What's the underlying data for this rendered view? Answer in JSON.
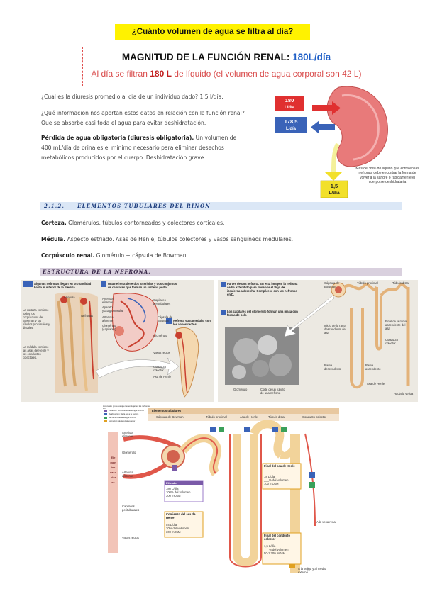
{
  "question_banner": "¿Cuánto volumen de agua se filtra al día?",
  "magnitude": {
    "title_prefix": "MAGNITUD DE LA FUNCIÓN RENAL: ",
    "title_value": "180L/día",
    "sub_prefix": "Al día se filtran ",
    "sub_bold": "180 L",
    "sub_suffix": " de líquido (el volumen de agua corporal son 42 L)"
  },
  "paragraphs": {
    "q1": "¿Cuál es la diuresis promedio al día de un individuo dado?",
    "a1": " 1,5 l/día.",
    "q2": "¿Qué información nos aportan estos datos en relación con la función renal?",
    "a2": "Que se absorbe casi toda el agua para evitar deshidratación.",
    "q3": "Pérdida de agua obligatoria (diuresis obligatoria).",
    "a3": " Un volumen de 400 mL/día de orina es el mínimo necesario para eliminar desechos metabólicos producidos por el cuerpo. Deshidratación grave."
  },
  "kidney_figure": {
    "in_value": "180",
    "in_unit": "L/día",
    "out_value": "178,5",
    "out_unit": "L/día",
    "urine_value": "1,5",
    "urine_unit": "L/día",
    "note": "Más del 99% de líquido que entra en las nefronas debe encontrar la forma de volver a la sangre o rápidamente el cuerpo se deshidrataría",
    "colors": {
      "artery": "#e03030",
      "vein": "#3a63b8",
      "kidney": "#e87a7a",
      "urine": "#f2e02a"
    }
  },
  "section": {
    "number": "2.1.2.",
    "title": "ELEMENTOS TUBULARES DEL RIÑÓN"
  },
  "definitions": {
    "corteza_term": "Corteza.",
    "corteza_text": " Glomérulos, túbulos contorneados y colectores corticales.",
    "medula_term": "Médula.",
    "medula_text": " Aspecto estriado. Asas de Henle, túbulos colectores y vasos sanguíneos medulares.",
    "corpusculo_term": "Corpúsculo renal.",
    "corpusculo_text": " Glomérulo + cápsula de Bowman."
  },
  "subsection": "ESTRUCTURA DE LA NEFRONA.",
  "nephron_fig_left": {
    "header_a": "Algunas nefronas llegan en profundidad hasta el interior de la médula.",
    "header_b": "Una nefrona tiene dos arteriolas y dos conjuntos de capilares que forman un sistema porta.",
    "header_c": "Nefrona yuxtamedular con los vasos rectos",
    "labels": [
      "La corteza contiene todos los corpúsculos de Bowman y los túbulos proximales y distales.",
      "La médula contiene las asas de Henle y los conductos colectores.",
      "Arteriola",
      "Nefronas",
      "Arteriola eferente",
      "Aparato yuxtaglomerular",
      "Arteriola aferente",
      "Glomérulo (capilares)",
      "Capilares peritubulares",
      "Cápsula de Bowman",
      "Glomérulo",
      "Vasos rectos",
      "Conducto colector",
      "Asa de Henle"
    ]
  },
  "nephron_fig_right": {
    "header_d": "Partes de una nefrona. En esta imagen, la nefrona se ha extendido para observar el flujo de izquierda a derecha. Compárese con las nefronas en D.",
    "header_e": "Los capilares del glomérulo forman una masa con forma de bola",
    "labels": [
      "Cápsula de Bowman",
      "Túbulo proximal",
      "Túbulo distal",
      "Inicio de la rama descendente del asa",
      "Final de la rama ascendente del asa",
      "Conducto colector",
      "Rama descendente",
      "Rama ascendente",
      "Asa de Henle",
      "Hacia la vejiga",
      "Glomérulo",
      "Corte de un túbulo de una nefrona"
    ]
  },
  "tubular_fig": {
    "header": "Elementos tubulares",
    "columns": [
      "Cápsula de Bowman",
      "Túbulo proximal",
      "Asa de Henle",
      "Túbulo distal",
      "Conducto colector"
    ],
    "vertical_label": "Elementos vasculares",
    "left_labels": [
      "Arteriola eferente",
      "Glomérulo",
      "Arteriola aferente",
      "Capilares peritubulares",
      "Vasos rectos"
    ],
    "legend_title": "Los cuatro procesos que tienen lugar en las nefronas son:",
    "legend": [
      "Filtración: movimiento de sangre a la luz",
      "Reabsorción: de la luz a la sangre",
      "Secreción: de la sangre a la luz",
      "Excreción: de la luz al exterior"
    ],
    "box_filtrado": {
      "title": "Filtrado",
      "lines": [
        "180 L/día",
        "100% del volumen",
        "300 mOsM"
      ]
    },
    "box_henle_start": {
      "title": "Comienzo del asa de Henle",
      "lines": [
        "54 L/día",
        "30% del volumen",
        "300 mOsM"
      ]
    },
    "box_henle_end": {
      "title": "Final del asa de Henle",
      "lines": [
        "18 L/día",
        "___% del volumen",
        "100 mOsM"
      ]
    },
    "box_collector_end": {
      "title": "Final del conducto colector",
      "lines": [
        "1,5 L/día",
        "___% del volumen",
        "50-1 200 mOsM"
      ]
    },
    "right_labels": [
      "A la vena renal",
      "A la vejiga y al medio externo"
    ],
    "process_letters": [
      "F",
      "R",
      "S",
      "E",
      "R",
      "R",
      "S",
      "R",
      "S",
      "R",
      "E"
    ]
  }
}
